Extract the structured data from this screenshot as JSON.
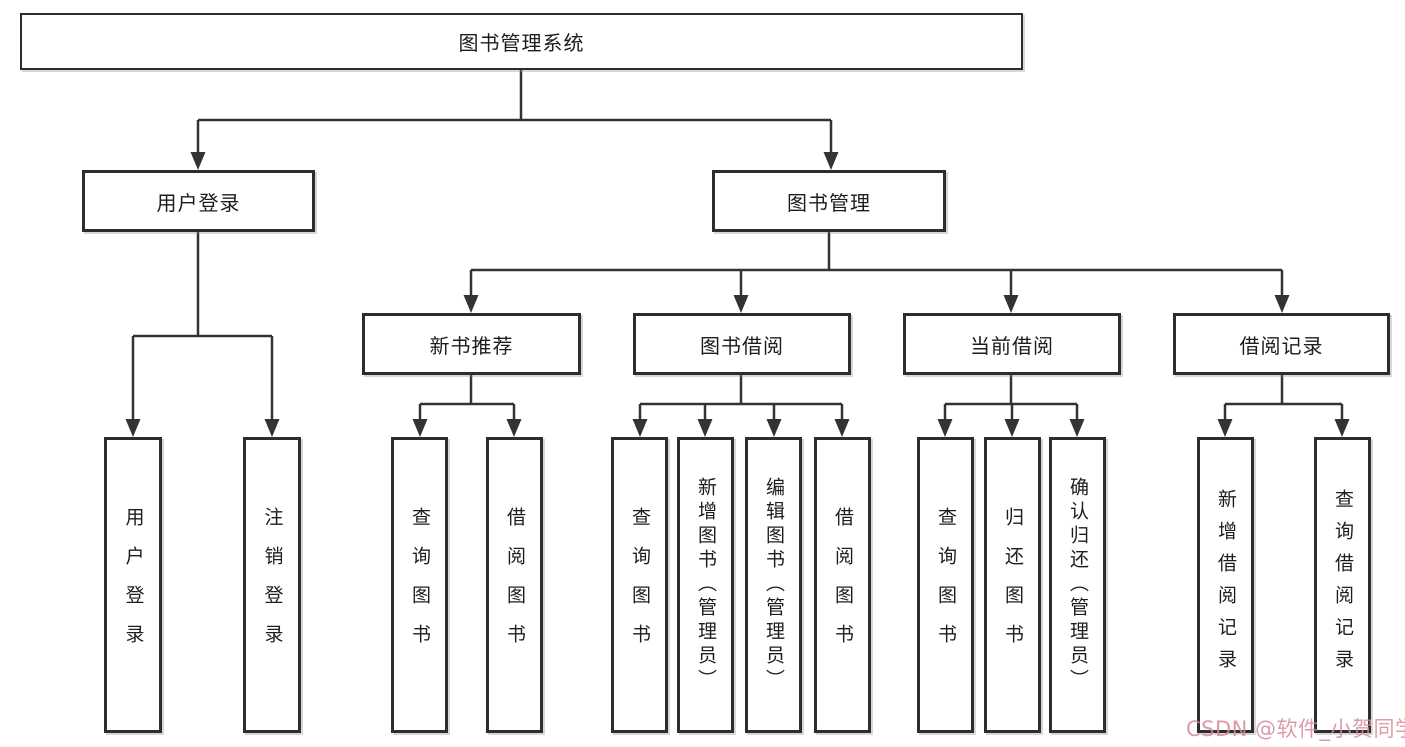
{
  "tree": {
    "label": "图书管理系统",
    "children": [
      {
        "label": "用户登录",
        "children": [
          {
            "label": "用户登录"
          },
          {
            "label": "注销登录"
          }
        ]
      },
      {
        "label": "图书管理",
        "children": [
          {
            "label": "新书推荐",
            "children": [
              {
                "label": "查询图书"
              },
              {
                "label": "借阅图书"
              }
            ]
          },
          {
            "label": "图书借阅",
            "children": [
              {
                "label": "查询图书"
              },
              {
                "label": "新增图书（管理员）"
              },
              {
                "label": "编辑图书（管理员）"
              },
              {
                "label": "借阅图书"
              }
            ]
          },
          {
            "label": "当前借阅",
            "children": [
              {
                "label": "查询图书"
              },
              {
                "label": "归还图书"
              },
              {
                "label": "确认归还（管理员）"
              }
            ]
          },
          {
            "label": "借阅记录",
            "children": [
              {
                "label": "新增借阅记录"
              },
              {
                "label": "查询借阅记录"
              }
            ]
          }
        ]
      }
    ]
  },
  "watermark": "CSDN @软件_小贺同学",
  "colors": {
    "line": "#333333",
    "border": "#2d2d2d",
    "text": "#1d1d1d",
    "background": "#ffffff",
    "watermark_pink": "#d68a9b"
  }
}
